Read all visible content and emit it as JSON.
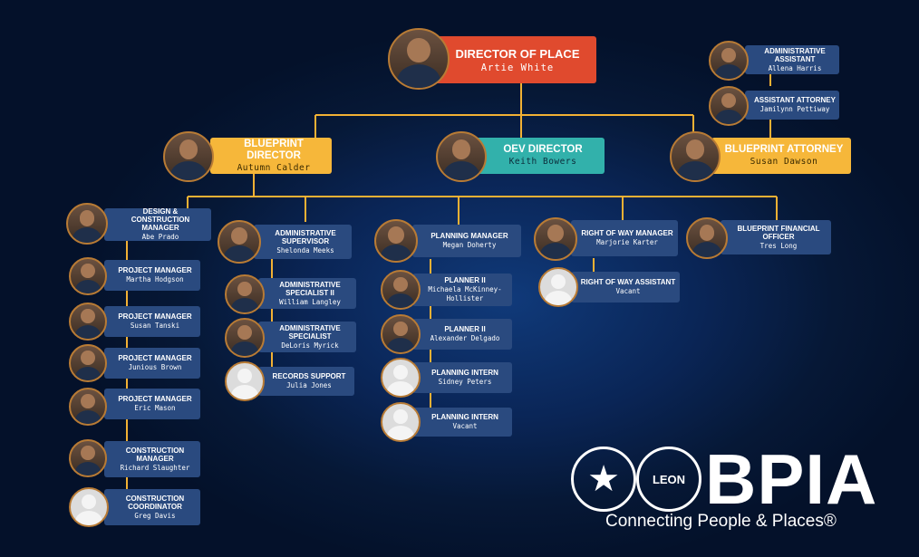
{
  "people": [
    {
      "id": "director",
      "title": "Director of Place",
      "name": "Artie White"
    },
    {
      "id": "admin_assistant",
      "title": "Administrative Assistant",
      "name": "Allena Harris"
    },
    {
      "id": "asst_attorney",
      "title": "Assistant Attorney",
      "name": "Jamilynn Pettiway"
    },
    {
      "id": "blueprint_director",
      "title": "Blueprint Director",
      "name": "Autumn Calder"
    },
    {
      "id": "oev_director",
      "title": "OEV Director",
      "name": "Keith Bowers"
    },
    {
      "id": "blueprint_attorney",
      "title": "Blueprint Attorney",
      "name": "Susan Dawson"
    },
    {
      "id": "design_mgr",
      "title": "Design & Construction Manager",
      "name": "Abe Prado"
    },
    {
      "id": "pm_hodgson",
      "title": "Project Manager",
      "name": "Martha Hodgson"
    },
    {
      "id": "pm_tanski",
      "title": "Project Manager",
      "name": "Susan Tanski"
    },
    {
      "id": "pm_brown",
      "title": "Project Manager",
      "name": "Junious Brown"
    },
    {
      "id": "pm_mason",
      "title": "Project Manager",
      "name": "Eric Mason"
    },
    {
      "id": "construction_mgr",
      "title": "Construction Manager",
      "name": "Richard Slaughter"
    },
    {
      "id": "construction_coord",
      "title": "Construction Coordinator",
      "name": "Greg Davis"
    },
    {
      "id": "admin_supervisor",
      "title": "Administrative Supervisor",
      "name": "Shelonda Meeks"
    },
    {
      "id": "admin_spec_2",
      "title": "Administrative Specialist II",
      "name": "William Langley"
    },
    {
      "id": "admin_spec",
      "title": "Administrative Specialist",
      "name": "DeLoris Myrick"
    },
    {
      "id": "records",
      "title": "Records Support",
      "name": "Julia Jones"
    },
    {
      "id": "planning_mgr",
      "title": "Planning Manager",
      "name": "Megan Doherty"
    },
    {
      "id": "planner_2a",
      "title": "Planner II",
      "name": "Michaela McKinney-Hollister"
    },
    {
      "id": "planner_2b",
      "title": "Planner II",
      "name": "Alexander Delgado"
    },
    {
      "id": "intern_a",
      "title": "Planning Intern",
      "name": "Sidney Peters"
    },
    {
      "id": "intern_b",
      "title": "Planning Intern",
      "name": "Vacant"
    },
    {
      "id": "row_mgr",
      "title": "Right of Way Manager",
      "name": "Marjorie Karter"
    },
    {
      "id": "row_asst",
      "title": "Right of Way Assistant",
      "name": "Vacant"
    },
    {
      "id": "cfo",
      "title": "Blueprint Financial Officer",
      "name": "Tres Long"
    }
  ],
  "logo": {
    "wordmark": "BPIA",
    "tagline": "Connecting People & Places®",
    "seal_text": "LEON",
    "star_icon": "star-compass-icon"
  },
  "colors": {
    "connector": "#f2b134",
    "director": "#e04a2e",
    "accent_yellow": "#f6b73a",
    "accent_teal": "#32b1ab",
    "box_blue": "#2a4a7f"
  }
}
